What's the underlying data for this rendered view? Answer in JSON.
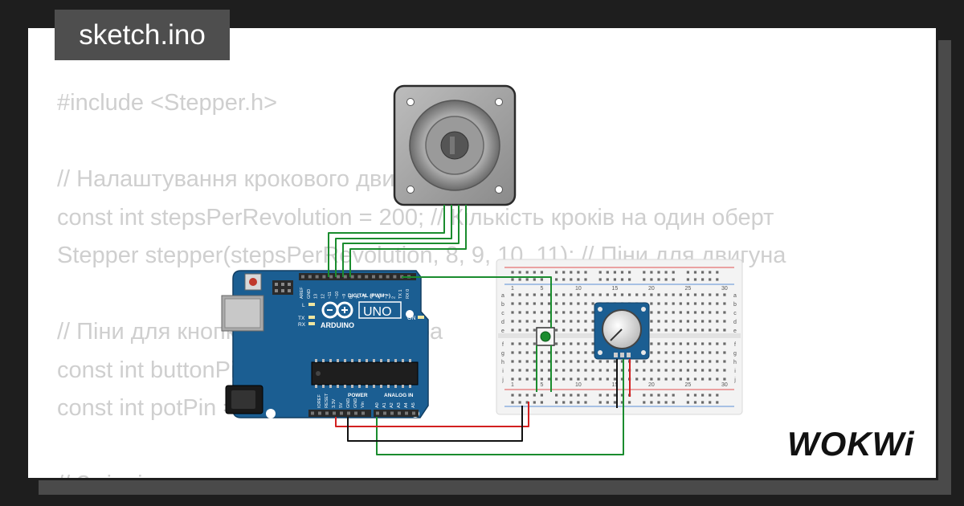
{
  "title_tag": "sketch.ino",
  "code_lines": [
    "#include <Stepper.h>",
    "",
    "// Налаштування крокового двигуна",
    "const int stepsPerRevolution = 200; // Кількість кроків на один оберт",
    "Stepper stepper(stepsPerRevolution, 8, 9, 10, 11); // Піни для двигуна",
    "",
    "// Піни для кнопки та потенціометра",
    "const int buttonPin = 2;",
    "const int potPin = A0;",
    "",
    "// Змінні"
  ],
  "logo": "WOKWi",
  "arduino": {
    "brand": "ARDUINO",
    "model": "UNO",
    "digital_label": "DIGITAL (PWM ~)",
    "power_label": "POWER",
    "analog_label": "ANALOG IN",
    "on_label": "ON",
    "led_labels": [
      "L",
      "TX",
      "RX"
    ],
    "digital_pins": [
      "AREF",
      "GND",
      "13",
      "12",
      "~11",
      "~10",
      "~9",
      "8",
      "7",
      "~6",
      "~5",
      "4",
      "~3",
      "2",
      "TX 1",
      "RX 0"
    ],
    "power_pins": [
      "IOREF",
      "RESET",
      "3.3V",
      "5V",
      "GND",
      "GND",
      "Vin"
    ],
    "analog_pins": [
      "A0",
      "A1",
      "A2",
      "A3",
      "A4",
      "A5"
    ]
  },
  "breadboard": {
    "column_numbers": [
      "1",
      "5",
      "10",
      "15",
      "20",
      "25",
      "30"
    ],
    "row_letters_top": [
      "a",
      "b",
      "c",
      "d",
      "e"
    ],
    "row_letters_bottom": [
      "f",
      "g",
      "h",
      "i",
      "j"
    ]
  },
  "colors": {
    "background": "#1e1e1e",
    "card": "#ffffff",
    "code_text": "#cfcfcf",
    "arduino_blue": "#1b5e92",
    "wire_green": "#1a8c2e",
    "wire_red": "#d32020",
    "wire_black": "#111111"
  }
}
